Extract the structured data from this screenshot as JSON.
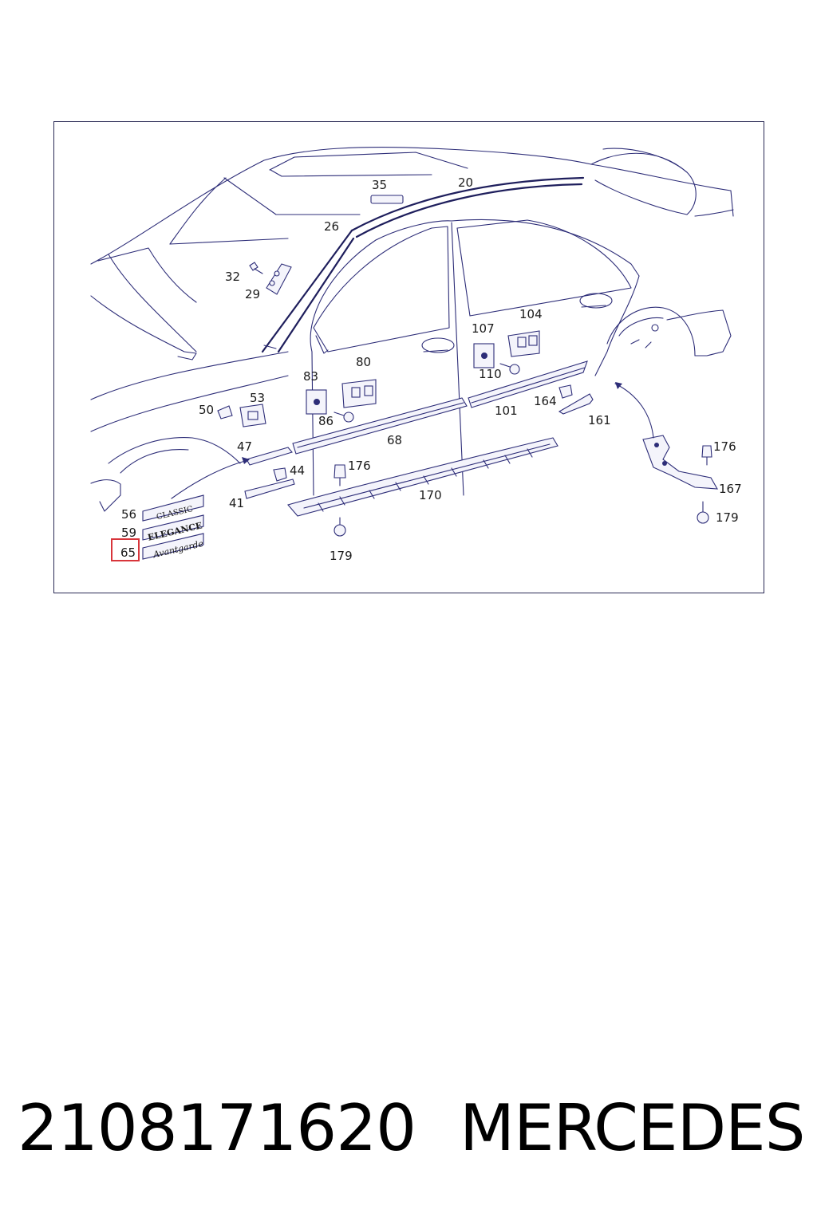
{
  "diagram": {
    "labels": [
      {
        "id": "20",
        "text": "20"
      },
      {
        "id": "26",
        "text": "26"
      },
      {
        "id": "29",
        "text": "29"
      },
      {
        "id": "32",
        "text": "32"
      },
      {
        "id": "35",
        "text": "35"
      },
      {
        "id": "41",
        "text": "41"
      },
      {
        "id": "44",
        "text": "44"
      },
      {
        "id": "47",
        "text": "47"
      },
      {
        "id": "50",
        "text": "50"
      },
      {
        "id": "53",
        "text": "53"
      },
      {
        "id": "56",
        "text": "56"
      },
      {
        "id": "59",
        "text": "59"
      },
      {
        "id": "65",
        "text": "65"
      },
      {
        "id": "68",
        "text": "68"
      },
      {
        "id": "80",
        "text": "80"
      },
      {
        "id": "83",
        "text": "83"
      },
      {
        "id": "86",
        "text": "86"
      },
      {
        "id": "101",
        "text": "101"
      },
      {
        "id": "104",
        "text": "104"
      },
      {
        "id": "107",
        "text": "107"
      },
      {
        "id": "110",
        "text": "110"
      },
      {
        "id": "161",
        "text": "161"
      },
      {
        "id": "164",
        "text": "164"
      },
      {
        "id": "167",
        "text": "167"
      },
      {
        "id": "170",
        "text": "170"
      },
      {
        "id": "176a",
        "text": "176"
      },
      {
        "id": "176b",
        "text": "176"
      },
      {
        "id": "179a",
        "text": "179"
      },
      {
        "id": "179b",
        "text": "179"
      }
    ],
    "badges": {
      "classic": "CLASSIC",
      "elegance": "ELEGANCE",
      "avantgarde": "Avantgarde"
    },
    "highlighted_part": "65",
    "colors": {
      "line": "#2d2d78",
      "highlight": "#d8353b"
    }
  },
  "footer": {
    "part_number": "2108171620",
    "brand": "MERCEDES"
  }
}
